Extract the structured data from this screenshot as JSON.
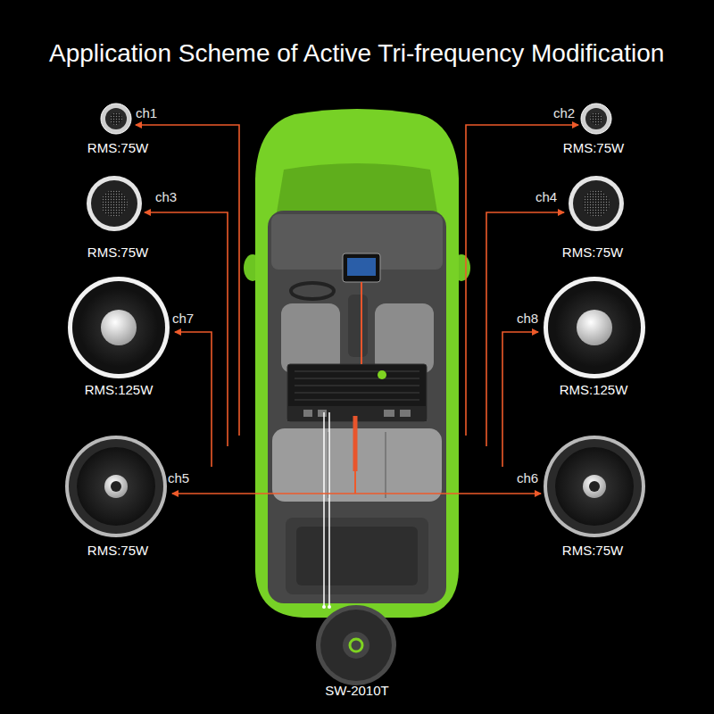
{
  "diagram": {
    "title": "Application Scheme of Active Tri-frequency Modification",
    "nodes": [
      {
        "text": [
          "ch1",
          "RMS:75W"
        ]
      },
      {
        "text": [
          "ch2",
          "RMS:75W"
        ]
      },
      {
        "text": [
          "ch3",
          "RMS:75W"
        ]
      },
      {
        "text": [
          "ch4",
          "RMS:75W"
        ]
      },
      {
        "text": [
          "ch7",
          "RMS:125W"
        ]
      },
      {
        "text": [
          "ch8",
          "RMS:125W"
        ]
      },
      {
        "text": [
          "ch5",
          "RMS:75W"
        ]
      },
      {
        "text": [
          "ch6",
          "RMS:75W"
        ]
      },
      {
        "text": [
          "SW-2010T"
        ]
      }
    ]
  }
}
